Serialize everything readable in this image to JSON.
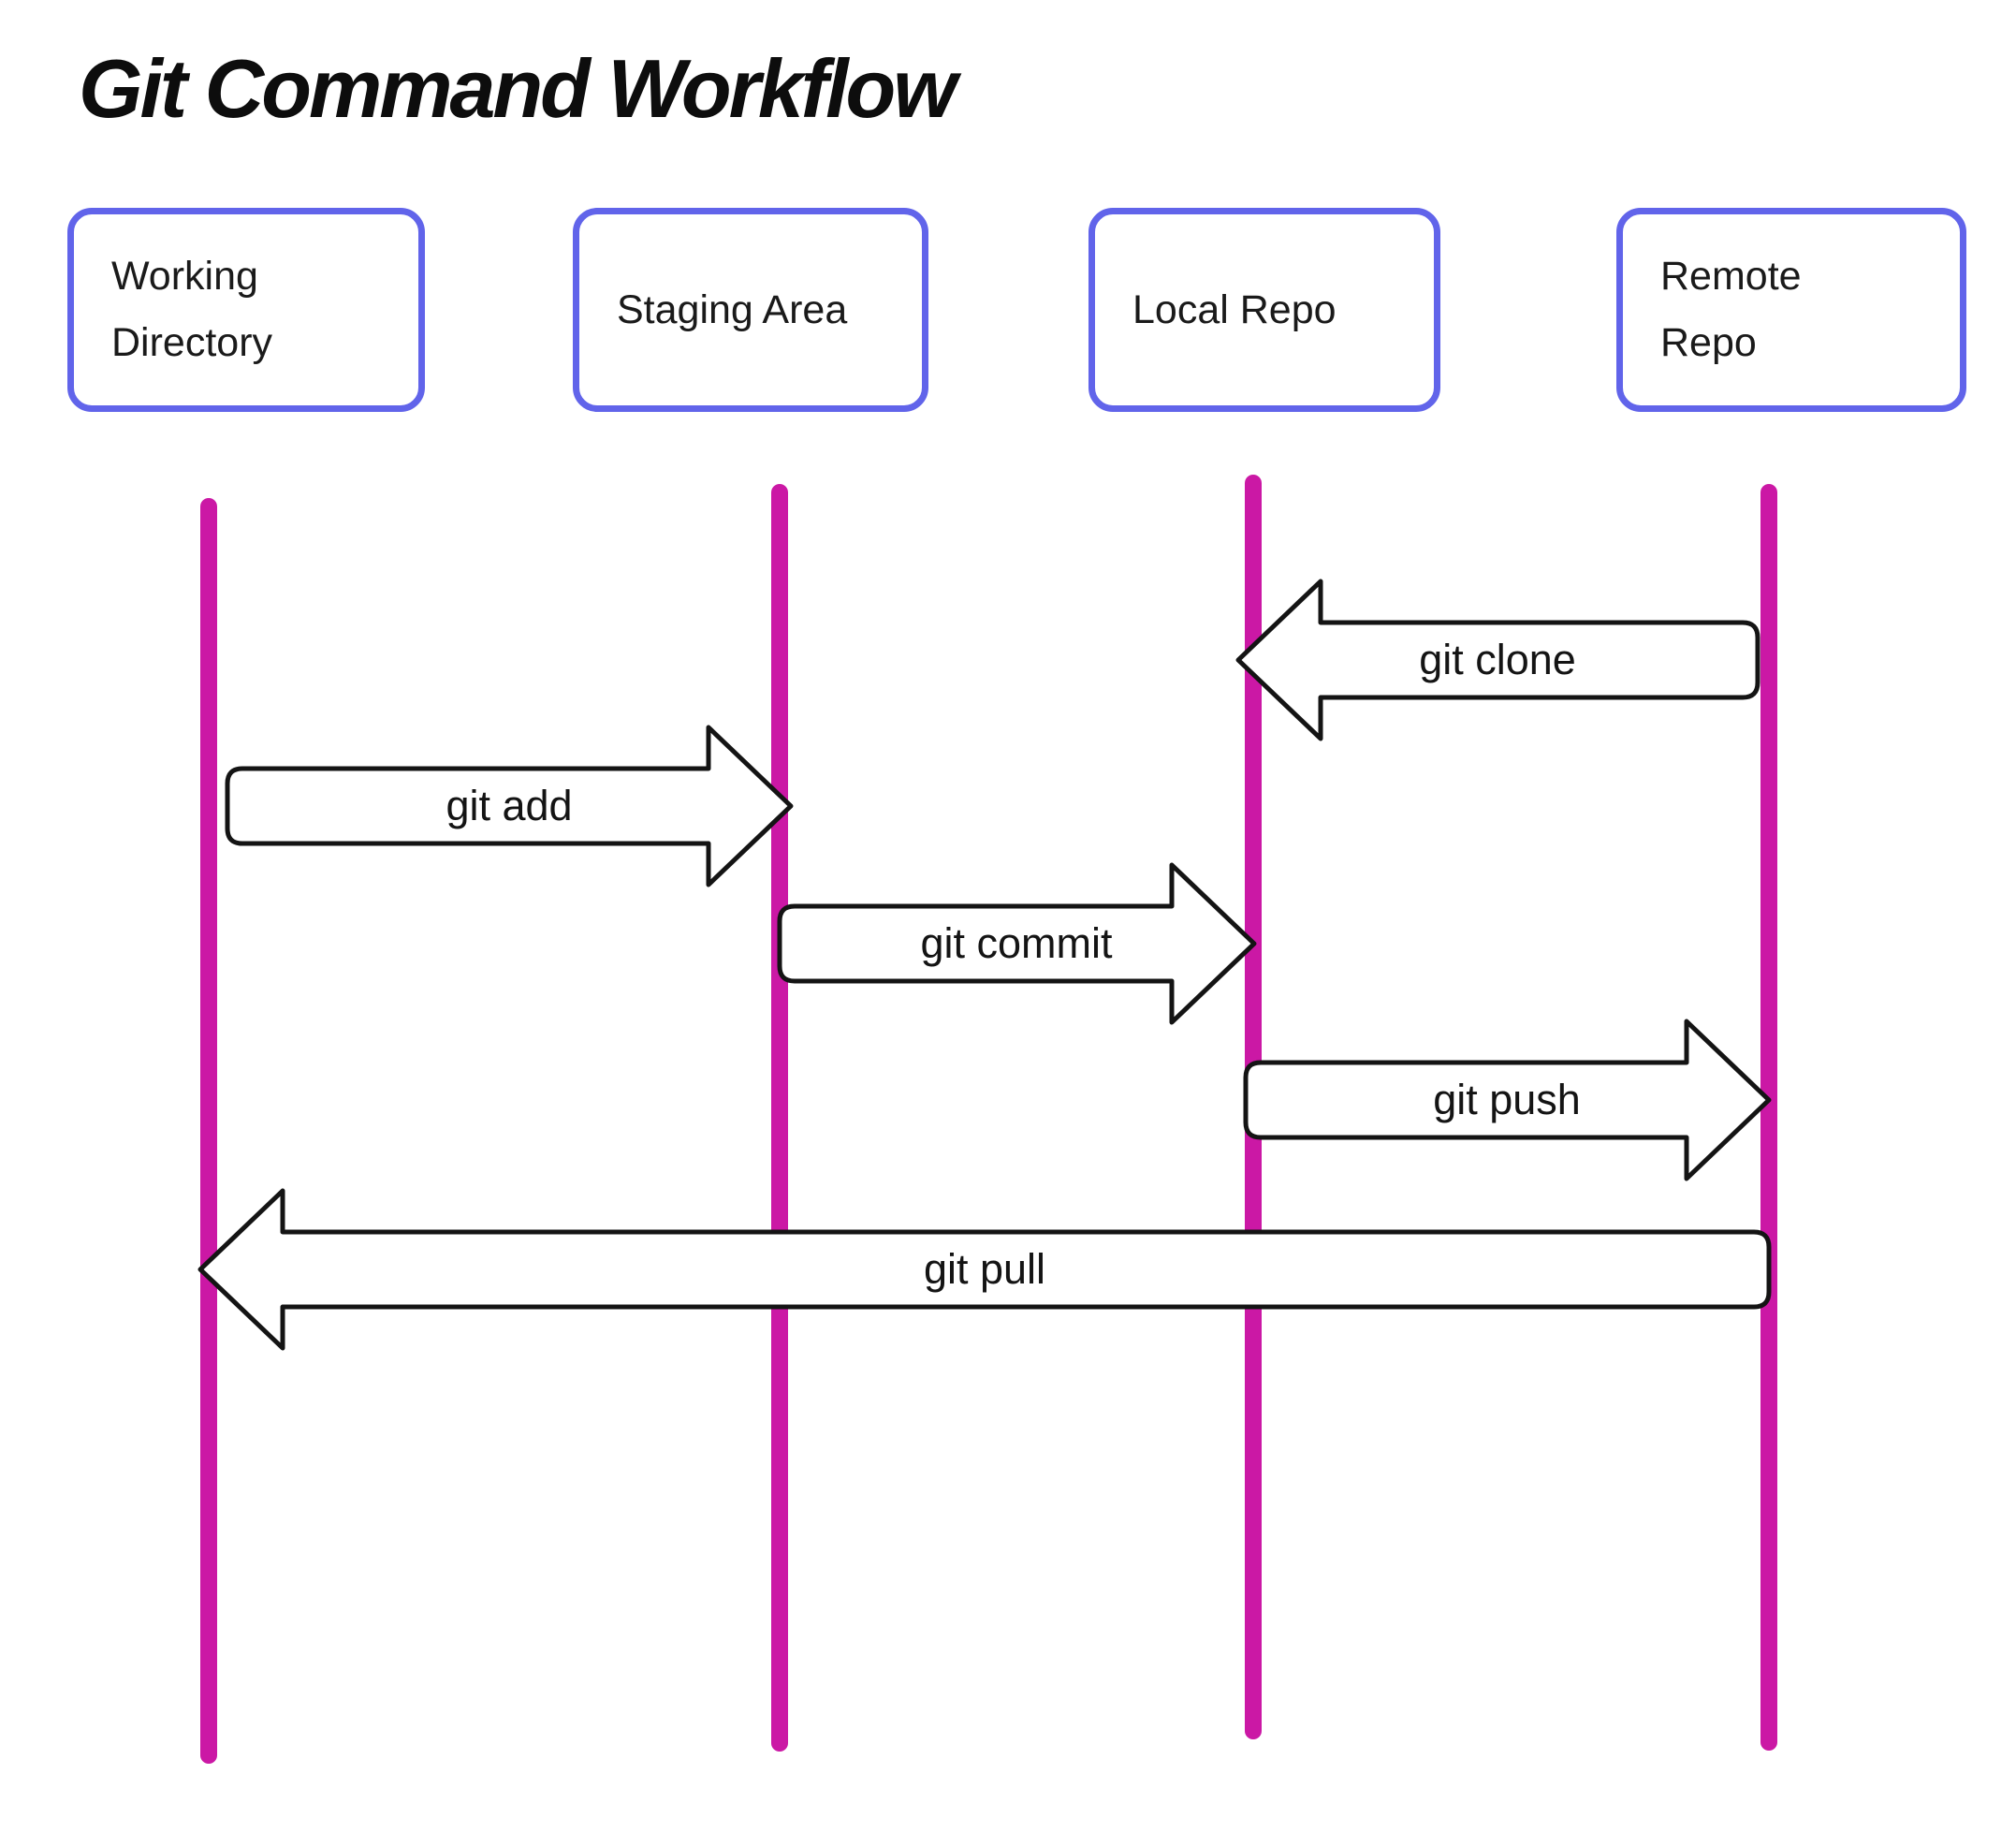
{
  "title": "Git Command Workflow",
  "colors": {
    "box_border": "#6164EA",
    "lifeline": "#CB18A5",
    "arrow_stroke": "#141414",
    "arrow_fill": "#ffffff"
  },
  "actors": [
    {
      "label": "Working\nDirectory"
    },
    {
      "label": "Staging Area"
    },
    {
      "label": "Local Repo"
    },
    {
      "label": "Remote\nRepo"
    }
  ],
  "messages": [
    {
      "label": "git clone",
      "from": "Remote Repo",
      "to": "Local Repo",
      "direction": "left"
    },
    {
      "label": "git add",
      "from": "Working Directory",
      "to": "Staging Area",
      "direction": "right"
    },
    {
      "label": "git commit",
      "from": "Staging Area",
      "to": "Local Repo",
      "direction": "right"
    },
    {
      "label": "git push",
      "from": "Local Repo",
      "to": "Remote Repo",
      "direction": "right"
    },
    {
      "label": "git pull",
      "from": "Remote Repo",
      "to": "Working Directory",
      "direction": "left"
    }
  ]
}
